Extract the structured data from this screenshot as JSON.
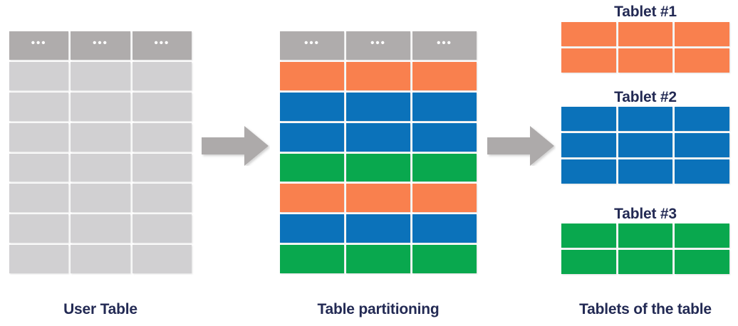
{
  "diagram": {
    "title_colors": {
      "label": "#232A54",
      "header_gray": "#AFACAC",
      "body_gray": "#D1D0D2",
      "orange": "#F9804E",
      "blue": "#0B72BA",
      "green": "#09A84E",
      "arrow_gray": "#ADAAAA"
    },
    "ellipsis": "•••",
    "user_table": {
      "caption": "User Table",
      "columns": 3,
      "header_cells": [
        "•••",
        "•••",
        "•••"
      ],
      "body_rows": [
        {
          "color": "gray"
        },
        {
          "color": "gray"
        },
        {
          "color": "gray"
        },
        {
          "color": "gray"
        },
        {
          "color": "gray"
        },
        {
          "color": "gray"
        },
        {
          "color": "gray"
        }
      ]
    },
    "partition_table": {
      "caption": "Table partitioning",
      "columns": 3,
      "header_cells": [
        "•••",
        "•••",
        "•••"
      ],
      "body_rows": [
        {
          "color": "orange"
        },
        {
          "color": "blue"
        },
        {
          "color": "blue"
        },
        {
          "color": "green"
        },
        {
          "color": "orange"
        },
        {
          "color": "blue"
        },
        {
          "color": "green"
        }
      ]
    },
    "tablets": {
      "caption": "Tablets of the table",
      "items": [
        {
          "label": "Tablet #1",
          "color": "orange",
          "columns": 3,
          "rows": 2
        },
        {
          "label": "Tablet #2",
          "color": "blue",
          "columns": 3,
          "rows": 3
        },
        {
          "label": "Tablet #3",
          "color": "green",
          "columns": 3,
          "rows": 2
        }
      ]
    },
    "arrows": [
      {
        "name": "arrow-user-to-partition",
        "direction": "right"
      },
      {
        "name": "arrow-partition-to-tablets",
        "direction": "right"
      }
    ]
  }
}
